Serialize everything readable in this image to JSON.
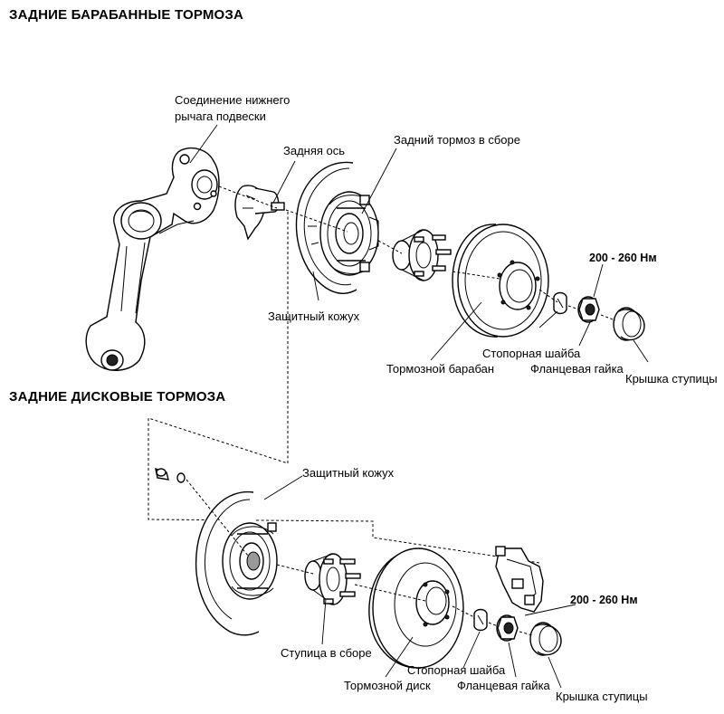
{
  "drum_section": {
    "title": "ЗАДНИЕ БАРАБАННЫЕ ТОРМОЗА",
    "labels": {
      "lower_arm_joint_1": "Соединение нижнего",
      "lower_arm_joint_2": "рычага подвески",
      "rear_axle": "Задняя ось",
      "brake_assembly": "Задний тормоз в сборе",
      "dust_shield": "Защитный кожух",
      "torque": "200 - 260 Нм",
      "lock_washer": "Стопорная шайба",
      "brake_drum": "Тормозной барабан",
      "flange_nut": "Фланцевая гайка",
      "hub_cap": "Крышка ступицы"
    }
  },
  "disc_section": {
    "title": "ЗАДНИЕ ДИСКОВЫЕ ТОРМОЗА",
    "labels": {
      "dust_shield": "Защитный кожух",
      "torque": "200 - 260 Нм",
      "hub_assembly": "Ступица в сборе",
      "lock_washer": "Стопорная шайба",
      "brake_disc": "Тормозной диск",
      "flange_nut": "Фланцевая гайка",
      "hub_cap": "Крышка ступицы"
    }
  }
}
